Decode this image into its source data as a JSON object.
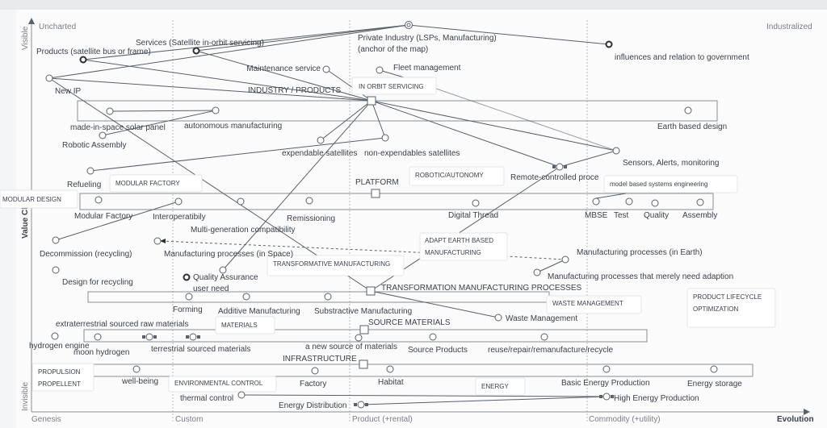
{
  "axes": {
    "uncharted": "Uncharted",
    "industrialized": "Industralized",
    "visible": "Visible",
    "value_chain": "Value Chain",
    "invisible": "Invisible",
    "stages": [
      "Genesis",
      "Custom",
      "Product (+rental)",
      "Commodity (+utility)"
    ],
    "evolution": "Evolution"
  },
  "anchor": {
    "line1": "Private Industry (LSPs, Manufacturing)",
    "line2": "(anchor of the map)"
  },
  "components": {
    "services": "Services (Satellite in-orbit servicing)",
    "products": "Products (satellite bus or frame)",
    "influences": "influences and relation to government",
    "new_ip": "New IP",
    "maintenance": "Maintenance service",
    "fleet": "Fleet management",
    "solar": "made-in-space solar panel",
    "autonomous": "autonomous manufacturing",
    "robotic_assembly": "Robotic Assembly",
    "earth_design": "Earth based design",
    "expendable": "expendable satellites",
    "non_expendable": "non-expendables satellites",
    "sensors": "Sensors, Alerts, monitoring",
    "remote": "Remote-controlled proce",
    "refueling": "Refueling",
    "modular_factory": "Modular Factory",
    "interop": "Interoperatibily",
    "multigen": "Multi-generation compatibility",
    "remissioning": "Remissioning",
    "digital_thread": "Digital Thread",
    "mbse": "MBSE",
    "test": "Test",
    "quality": "Quality",
    "assembly": "Assembly",
    "decommission": "Decommission (recycling)",
    "mfg_space": "Manufacturing processes (in Space)",
    "mfg_earth": "Manufacturing processes (in Earth)",
    "mfg_adapt": "Manufacturing processes that merely need adaption",
    "design_recycling": "Design for recycling",
    "qa": "Quality Assurance",
    "user_need": "user need",
    "forming": "Forming",
    "additive": "Additive Manufacturing",
    "subtractive": "Substractive Manufacturing",
    "waste": "Waste Management",
    "extraterrestrial": "extraterrestrial sourced raw materials",
    "hydrogen_engine": "hydrogen engine",
    "moon_hydrogen": "moon hydrogen",
    "terrestrial": "terrestrial sourced materials",
    "new_source": "a new source of materials",
    "source_products": "Source Products",
    "reuse": "reuse/repair/remanufacture/recycle",
    "wellbeing": "well-being",
    "factory": "Factory",
    "habitat": "Habitat",
    "basic_energy": "Basic Energy Production",
    "energy_storage": "Energy storage",
    "thermal": "thermal control",
    "energy_dist": "Energy Distribution",
    "high_energy": "High Energy Production"
  },
  "groups": {
    "industry": "INDUSTRY / PRODUCTS",
    "platform": "PLATFORM",
    "transformation": "TRANSFORMATION MANUFACTURING PROCESSES",
    "source": "SOURCE MATERIALS",
    "infrastructure": "INFRASTRUCTURE"
  },
  "notes": {
    "in_orbit": "IN ORBIT SERVICING",
    "modular_factory": "MODULAR FACTORY",
    "robotic": "ROBOTIC/AUTONOMY",
    "mbse": "model based systems engineering",
    "modular_design": "MODULAR DESIGN",
    "adapt_1": "ADAPT EARTH BASED",
    "adapt_2": "MANUFACTURING",
    "transformative": "TRANSFORMATIVE MANUFACTURING",
    "waste": "WASTE MANAGEMENT",
    "plo_1": "PRODUCT LIFECYCLE",
    "plo_2": "OPTIMIZATION",
    "materials": "MATERIALS",
    "prop_1": "PROPULSION",
    "prop_2": "PROPELLENT",
    "env": "ENVIRONMENTAL CONTROL",
    "energy": "ENERGY"
  }
}
